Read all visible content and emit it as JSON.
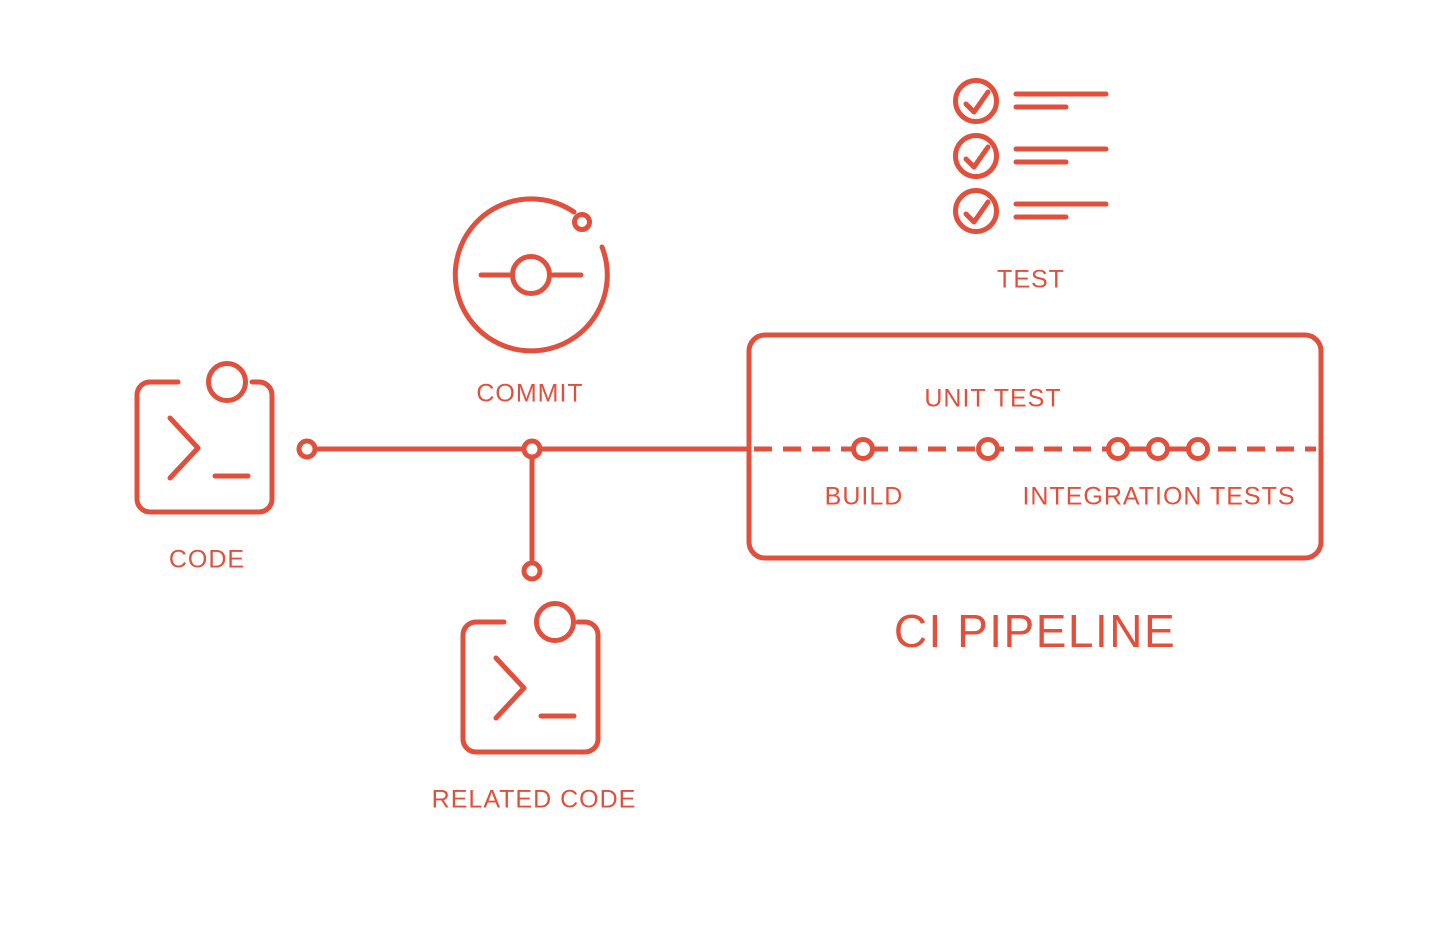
{
  "colors": {
    "accent": "#e0503c",
    "background": "#ffffff"
  },
  "stages": {
    "code": {
      "label": "CODE",
      "icon": "terminal-code-icon"
    },
    "commit": {
      "label": "COMMIT",
      "icon": "git-commit-icon"
    },
    "related_code": {
      "label": "RELATED CODE",
      "icon": "terminal-code-icon"
    },
    "test": {
      "label": "TEST",
      "icon": "checklist-icon"
    }
  },
  "pipeline": {
    "title": "CI PIPELINE",
    "build_label": "BUILD",
    "unit_test_label": "UNIT TEST",
    "integration_tests_label": "INTEGRATION TESTS",
    "node_count": 5
  }
}
